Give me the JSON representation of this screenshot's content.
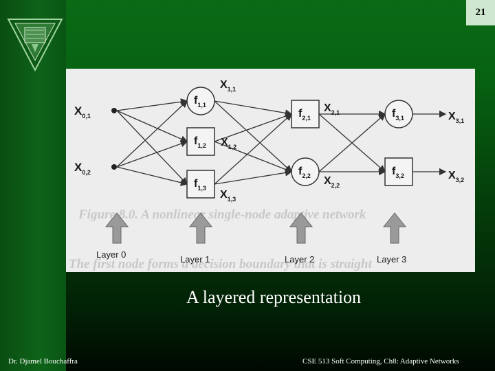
{
  "slide": {
    "page_number": "21",
    "caption": "A layered representation",
    "footer_left": "Dr. Djamel Bouchaffra",
    "footer_right": "CSE 513 Soft Computing, Ch8: Adaptive Networks"
  },
  "colors": {
    "background_top": "#0b6a16",
    "background_bottom": "#000800",
    "figure_bg": "#ededed",
    "page_badge": "#cfe7cf"
  },
  "diagram": {
    "inputs": [
      {
        "id": "x01",
        "base": "X",
        "sub": "0,1"
      },
      {
        "id": "x02",
        "base": "X",
        "sub": "0,2"
      }
    ],
    "nodes": [
      {
        "id": "f11",
        "base": "f",
        "sub": "1,1",
        "shape": "circle",
        "layer": 1
      },
      {
        "id": "f12",
        "base": "f",
        "sub": "1,2",
        "shape": "square",
        "layer": 1
      },
      {
        "id": "f13",
        "base": "f",
        "sub": "1,3",
        "shape": "square",
        "layer": 1
      },
      {
        "id": "f21",
        "base": "f",
        "sub": "2,1",
        "shape": "square",
        "layer": 2
      },
      {
        "id": "f22",
        "base": "f",
        "sub": "2,2",
        "shape": "circle",
        "layer": 2
      },
      {
        "id": "f31",
        "base": "f",
        "sub": "3,1",
        "shape": "circle",
        "layer": 3
      },
      {
        "id": "f32",
        "base": "f",
        "sub": "3,2",
        "shape": "square",
        "layer": 3
      }
    ],
    "output_labels": [
      {
        "node": "f11",
        "base": "X",
        "sub": "1,1"
      },
      {
        "node": "f12",
        "base": "X",
        "sub": "1,2"
      },
      {
        "node": "f13",
        "base": "X",
        "sub": "1,3"
      },
      {
        "node": "f21",
        "base": "X",
        "sub": "2,1"
      },
      {
        "node": "f22",
        "base": "X",
        "sub": "2,2"
      },
      {
        "node": "f31",
        "base": "X",
        "sub": "3,1"
      },
      {
        "node": "f32",
        "base": "X",
        "sub": "3,2"
      }
    ],
    "edges": [
      [
        "x01",
        "f11"
      ],
      [
        "x01",
        "f12"
      ],
      [
        "x01",
        "f13"
      ],
      [
        "x02",
        "f11"
      ],
      [
        "x02",
        "f12"
      ],
      [
        "x02",
        "f13"
      ],
      [
        "f11",
        "f21"
      ],
      [
        "f11",
        "f22"
      ],
      [
        "f12",
        "f21"
      ],
      [
        "f12",
        "f22"
      ],
      [
        "f13",
        "f21"
      ],
      [
        "f13",
        "f22"
      ],
      [
        "f21",
        "f31"
      ],
      [
        "f21",
        "f32"
      ],
      [
        "f22",
        "f31"
      ],
      [
        "f22",
        "f32"
      ]
    ],
    "layers": [
      "Layer 0",
      "Layer 1",
      "Layer 2",
      "Layer 3"
    ],
    "ghost_text": {
      "line1": "Figure 8.0.  A nonlinear single-node adaptive network",
      "line2": "The first node forms a decision boundary that is straight"
    }
  }
}
